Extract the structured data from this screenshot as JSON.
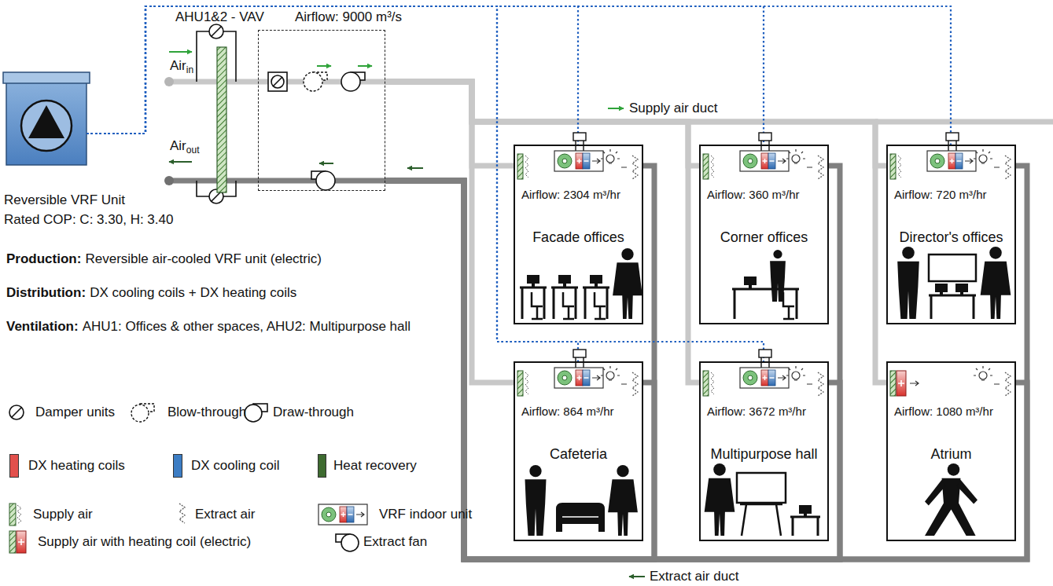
{
  "diagram": {
    "nodes": [
      {
        "text": [
          "Reversible VRF Unit",
          "Rated COP: C: 3.30, H: 3.40"
        ]
      },
      {
        "text": [
          "AHU1&2 - VAV",
          "Airflow: 9000 m³/s"
        ]
      },
      {
        "text": [
          "Airflow: 2304 m³/hr",
          "Facade offices"
        ]
      },
      {
        "text": [
          "Airflow: 360 m³/hr",
          "Corner offices"
        ]
      },
      {
        "text": [
          "Airflow: 720 m³/hr",
          "Director's offices"
        ]
      },
      {
        "text": [
          "Airflow: 864 m³/hr",
          "Cafeteria"
        ]
      },
      {
        "text": [
          "Airflow: 3672 m³/hr",
          "Multipurpose hall"
        ]
      },
      {
        "text": [
          "Airflow: 1080 m³/hr",
          "Atrium"
        ]
      }
    ],
    "edges": [
      {
        "from": 1,
        "to": 2,
        "arrow": "none"
      },
      {
        "from": 1,
        "to": 3,
        "arrow": "none"
      },
      {
        "from": 1,
        "to": 4,
        "arrow": "none"
      },
      {
        "from": 1,
        "to": 5,
        "arrow": "none"
      },
      {
        "from": 1,
        "to": 6,
        "arrow": "none"
      },
      {
        "from": 1,
        "to": 7,
        "arrow": "none"
      },
      {
        "from": 2,
        "to": 1,
        "arrow": "none"
      },
      {
        "from": 3,
        "to": 1,
        "arrow": "none"
      },
      {
        "from": 4,
        "to": 1,
        "arrow": "none"
      },
      {
        "from": 5,
        "to": 1,
        "arrow": "none"
      },
      {
        "from": 6,
        "to": 1,
        "arrow": "none"
      },
      {
        "from": 7,
        "to": 1,
        "arrow": "none"
      },
      {
        "from": 0,
        "to": 2,
        "arrow": "none"
      },
      {
        "from": 0,
        "to": 3,
        "arrow": "none"
      },
      {
        "from": 0,
        "to": 4,
        "arrow": "none"
      },
      {
        "from": 0,
        "to": 5,
        "arrow": "none"
      },
      {
        "from": 0,
        "to": 6,
        "arrow": "none"
      }
    ],
    "labels": [
      "Air",
      "in",
      "Air",
      "out",
      "Production:",
      "Reversible air-cooled VRF unit (electric)",
      "Distribution:",
      "DX cooling coils + DX heating coils",
      "Ventilation:",
      "AHU1: Offices & other spaces, AHU2: Multipurpose hall"
    ],
    "legend": [
      {
        "text": "Damper units"
      },
      {
        "text": "Blow-through"
      },
      {
        "text": "Draw-through"
      },
      {
        "text": "DX heating coils",
        "color": "#e2504c"
      },
      {
        "text": "DX cooling coil",
        "color": "#3c7dc4"
      },
      {
        "text": "Heat recovery",
        "color": "#3e6b30"
      },
      {
        "text": "Supply air"
      },
      {
        "text": "Extract air"
      },
      {
        "text": "VRF indoor unit"
      },
      {
        "text": "Supply air with heating coil (electric)"
      },
      {
        "text": "Extract fan"
      },
      {
        "text": "Supply air duct"
      },
      {
        "text": "Extract air duct"
      }
    ]
  }
}
